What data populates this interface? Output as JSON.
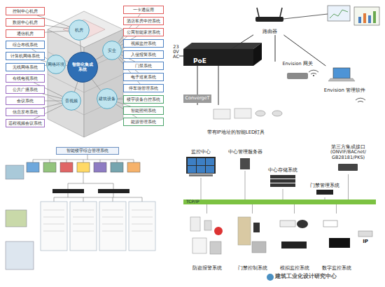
{
  "diagram": {
    "nodes": [
      {
        "text": [
          "控制中心机房"
        ]
      },
      {
        "text": [
          "数据中心机房"
        ]
      },
      {
        "text": [
          "通信机房"
        ]
      },
      {
        "text": [
          "综合布线系统"
        ]
      },
      {
        "text": [
          "计算机网络系统"
        ]
      },
      {
        "text": [
          "无线网络系统"
        ]
      },
      {
        "text": [
          "有线电视系统"
        ]
      },
      {
        "text": [
          "公共广播系统"
        ]
      },
      {
        "text": [
          "会议系统"
        ]
      },
      {
        "text": [
          "信息发布系统"
        ]
      },
      {
        "text": [
          "远程视频会议系统"
        ]
      },
      {
        "text": [
          "一卡通应用"
        ]
      },
      {
        "text": [
          "酒店客房中控系统"
        ]
      },
      {
        "text": [
          "公寓智能家居系统"
        ]
      },
      {
        "text": [
          "视频监控系统"
        ]
      },
      {
        "text": [
          "入侵报警系统"
        ]
      },
      {
        "text": [
          "门禁系统"
        ]
      },
      {
        "text": [
          "电子巡更系统"
        ]
      },
      {
        "text": [
          "停车场管理系统"
        ]
      },
      {
        "text": [
          "楼宇设备自控系统"
        ]
      },
      {
        "text": [
          "智能照明系统"
        ]
      },
      {
        "text": [
          "能源管理系统"
        ]
      },
      {
        "text": [
          "智能化集成系统"
        ]
      },
      {
        "text": [
          "机房"
        ]
      },
      {
        "text": [
          "安全"
        ]
      },
      {
        "text": [
          "建筑设备"
        ]
      },
      {
        "text": [
          "音视频"
        ]
      },
      {
        "text": [
          "网络环境"
        ]
      },
      {
        "text": [
          "路由器"
        ]
      },
      {
        "text": [
          "Envision 网关"
        ]
      },
      {
        "text": [
          "Envision 管理软件"
        ]
      },
      {
        "text": [
          "PoE"
        ]
      },
      {
        "text": [
          "ConvergeT"
        ]
      },
      {
        "text": [
          "带有IP地址的智能LED灯具"
        ]
      },
      {
        "text": [
          "智能楼宇综合管理系统"
        ]
      },
      {
        "text": [
          "监控中心"
        ]
      },
      {
        "text": [
          "中心管理服务器"
        ]
      },
      {
        "text": [
          "第三方集成接口",
          "(ONVIF/BACnet/ GB28181/PKS)"
        ]
      },
      {
        "text": [
          "中心存储系统"
        ]
      },
      {
        "text": [
          "门禁管理系统"
        ]
      },
      {
        "text": [
          "TCP/IP"
        ]
      },
      {
        "text": [
          "防盗报警系统"
        ]
      },
      {
        "text": [
          "门禁控制系统"
        ]
      },
      {
        "text": [
          "模拟监控系统"
        ]
      },
      {
        "text": [
          "数字监控系统"
        ]
      }
    ],
    "edges": [
      {
        "from": 22,
        "to": 23,
        "arrow": "none"
      },
      {
        "from": 22,
        "to": 24,
        "arrow": "none"
      },
      {
        "from": 22,
        "to": 25,
        "arrow": "none"
      },
      {
        "from": 22,
        "to": 26,
        "arrow": "none"
      },
      {
        "from": 22,
        "to": 27,
        "arrow": "none"
      },
      {
        "from": 23,
        "to": 0,
        "arrow": "none"
      },
      {
        "from": 23,
        "to": 1,
        "arrow": "none"
      },
      {
        "from": 23,
        "to": 2,
        "arrow": "none"
      },
      {
        "from": 27,
        "to": 3,
        "arrow": "none"
      },
      {
        "from": 27,
        "to": 4,
        "arrow": "none"
      },
      {
        "from": 27,
        "to": 5,
        "arrow": "none"
      },
      {
        "from": 26,
        "to": 6,
        "arrow": "none"
      },
      {
        "from": 26,
        "to": 7,
        "arrow": "none"
      },
      {
        "from": 26,
        "to": 8,
        "arrow": "none"
      },
      {
        "from": 26,
        "to": 9,
        "arrow": "none"
      },
      {
        "from": 26,
        "to": 10,
        "arrow": "none"
      },
      {
        "from": 24,
        "to": 11,
        "arrow": "none"
      },
      {
        "from": 24,
        "to": 12,
        "arrow": "none"
      },
      {
        "from": 24,
        "to": 13,
        "arrow": "none"
      },
      {
        "from": 24,
        "to": 14,
        "arrow": "none"
      },
      {
        "from": 24,
        "to": 15,
        "arrow": "none"
      },
      {
        "from": 24,
        "to": 16,
        "arrow": "none"
      },
      {
        "from": 24,
        "to": 17,
        "arrow": "none"
      },
      {
        "from": 24,
        "to": 18,
        "arrow": "none"
      },
      {
        "from": 25,
        "to": 19,
        "arrow": "none"
      },
      {
        "from": 25,
        "to": 20,
        "arrow": "none"
      },
      {
        "from": 25,
        "to": 21,
        "arrow": "none"
      },
      {
        "from": 31,
        "to": 28,
        "arrow": "none"
      },
      {
        "from": 28,
        "to": 29,
        "arrow": "none"
      },
      {
        "from": 28,
        "to": 30,
        "arrow": "none"
      },
      {
        "from": 31,
        "to": 32,
        "arrow": "none"
      },
      {
        "from": 32,
        "to": 33,
        "arrow": "none"
      },
      {
        "from": 31,
        "to": 33,
        "arrow": "none"
      },
      {
        "from": 35,
        "to": 40,
        "arrow": "none"
      },
      {
        "from": 36,
        "to": 40,
        "arrow": "none"
      },
      {
        "from": 37,
        "to": 40,
        "arrow": "none"
      },
      {
        "from": 38,
        "to": 40,
        "arrow": "none"
      },
      {
        "from": 39,
        "to": 40,
        "arrow": "none"
      },
      {
        "from": 40,
        "to": 41,
        "arrow": "none"
      },
      {
        "from": 40,
        "to": 42,
        "arrow": "none"
      },
      {
        "from": 40,
        "to": 43,
        "arrow": "none"
      },
      {
        "from": 40,
        "to": 44,
        "arrow": "none"
      }
    ],
    "labels": [
      "230VAC",
      "IP",
      "建筑工业化设计研究中心"
    ]
  }
}
